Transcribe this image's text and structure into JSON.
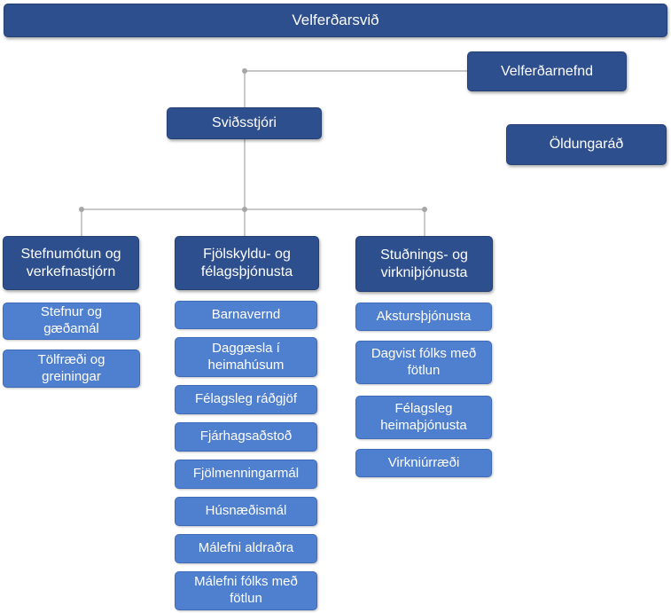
{
  "root": {
    "label": "Velferðarsvið"
  },
  "committee": {
    "label": "Velferðarnefnd"
  },
  "council": {
    "label": "Öldungaráð"
  },
  "director": {
    "label": "Sviðsstjóri"
  },
  "departments": [
    {
      "label": "Stefnumótun og verkefnastjórn",
      "units": [
        "Stefnur og gæðamál",
        "Tölfræði og greiningar"
      ]
    },
    {
      "label": "Fjölskyldu- og félagsþjónusta",
      "units": [
        "Barnavernd",
        "Daggæsla í heimahúsum",
        "Félagsleg ráðgjöf",
        "Fjárhagsaðstoð",
        "Fjölmenningarmál",
        "Húsnæðismál",
        "Málefni aldraðra",
        "Málefni fólks með fötlun"
      ]
    },
    {
      "label": "Stuðnings- og virkniþjónusta",
      "units": [
        "Akstursþjónusta",
        "Dagvist fólks með fötlun",
        "Félagsleg heimaþjónusta",
        "Virkniúrræði"
      ]
    }
  ]
}
